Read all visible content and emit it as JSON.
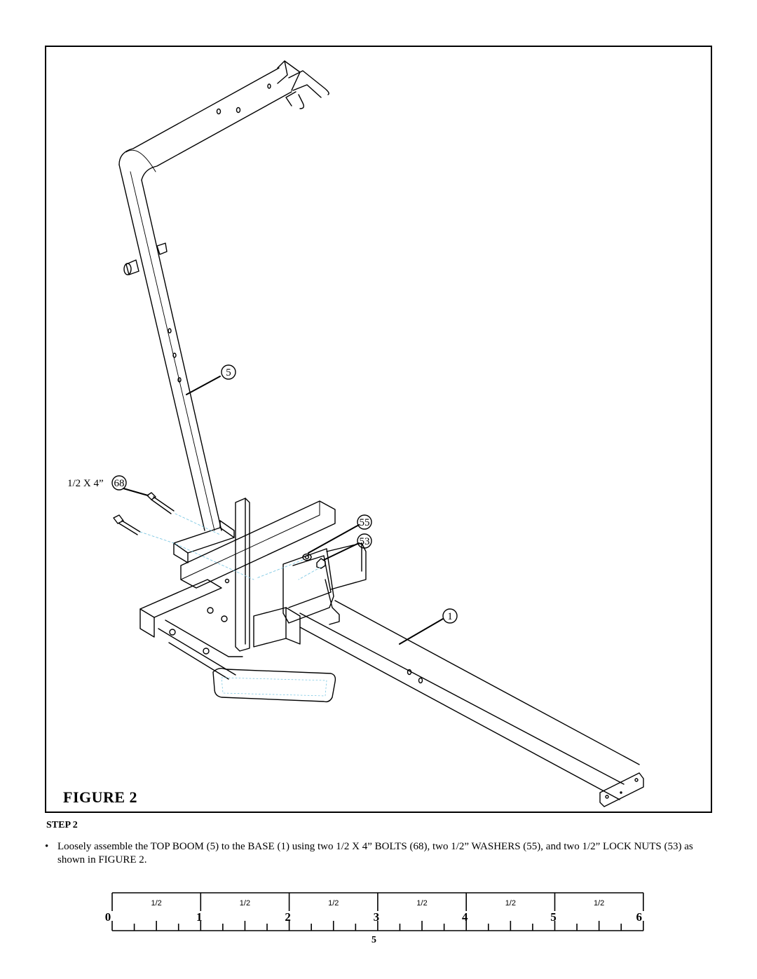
{
  "figure": {
    "title": "FIGURE 2",
    "callouts": {
      "top_boom": "5",
      "bolt_size": "1/2 X 4”",
      "bolt": "68",
      "washer": "55",
      "lock_nut": "53",
      "base": "1"
    }
  },
  "step": {
    "heading": "STEP 2",
    "bullet": "•",
    "text": "Loosely assemble the TOP BOOM (5) to the BASE (1) using two 1/2 X 4” BOLTS (68), two 1/2” WASHERS (55), and two 1/2” LOCK NUTS (53) as shown in FIGURE 2."
  },
  "ruler": {
    "numbers": [
      "0",
      "1",
      "2",
      "3",
      "4",
      "5",
      "6"
    ],
    "half_labels": [
      "1/2",
      "1/2",
      "1/2",
      "1/2",
      "1/2",
      "1/2"
    ]
  },
  "page_number": "5"
}
